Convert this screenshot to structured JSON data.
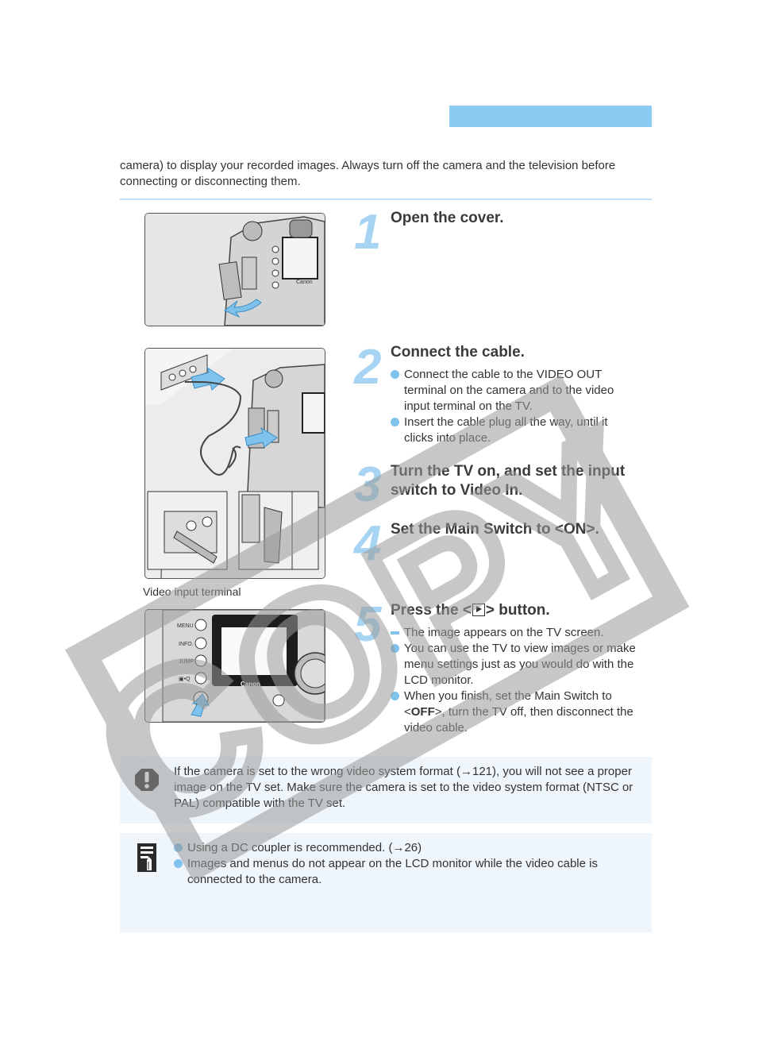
{
  "intro": "camera) to display your recorded images. Always turn off the camera and the television before connecting or disconnecting them.",
  "images": {
    "caption": "Video input terminal",
    "brand": "Canon",
    "dial_labels": [
      "MENU",
      "INFO.",
      "JUMP",
      "▣•Q"
    ]
  },
  "steps": [
    {
      "number": "1",
      "title": "Open the cover."
    },
    {
      "number": "2",
      "title": "Connect the cable.",
      "items": [
        "Connect the cable to the VIDEO OUT terminal on the camera and to the video input terminal on the TV.",
        "Insert the cable plug all the way, until it clicks into place."
      ]
    },
    {
      "number": "3",
      "title_line1": "Turn the TV on, and set the input",
      "title_line2": "switch to Video In."
    },
    {
      "number": "4",
      "title_pre": "Set the Main Switch to <",
      "title_on": "ON",
      "title_post": ">."
    },
    {
      "number": "5",
      "title_pre": "Press the <",
      "title_post": "> button.",
      "items": [
        "The image appears on the TV screen.",
        "You can use the TV to view images or make menu settings just as you would do with the LCD monitor."
      ],
      "last_item_pre": "When you finish, set the Main Switch to <",
      "last_item_off": "OFF",
      "last_item_post": ">, turn the TV off, then disconnect the video cable."
    }
  ],
  "caution": {
    "text_pre": "If the camera is set to the wrong video system format (",
    "arrow": "→",
    "ref": "121",
    "text_post": "), you will not see a proper image on the TV set. Make sure the camera is set to the video system format (NTSC or PAL) compatible with the TV set."
  },
  "notes": {
    "item1_pre": "Using a DC coupler is recommended. (",
    "item1_arrow": "→",
    "item1_ref": "26",
    "item1_post": ")",
    "item2": "Images and menus do not appear on the LCD monitor while the video cable is connected to the camera."
  },
  "watermark": "COPY",
  "colors": {
    "accent": "#8ccbf1",
    "step_number": "#a7d4f2",
    "note_bg": "#eef6fc"
  }
}
